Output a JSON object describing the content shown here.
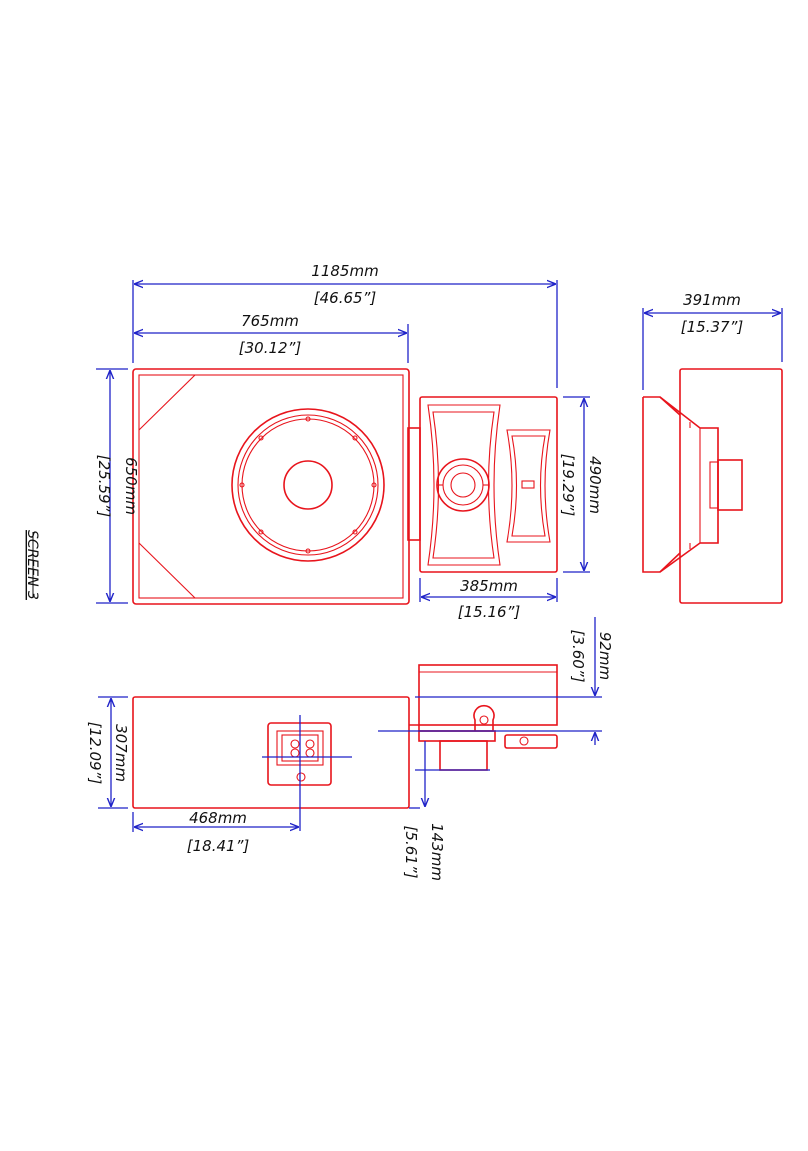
{
  "colors": {
    "outline": "#e8141c",
    "dimension": "#1f22c8",
    "text": "#111111"
  },
  "sheet_label": "SCREEN 3",
  "dimensions": {
    "overall_width_mm": "1185mm",
    "overall_width_in": "[46.65”]",
    "cabinet_width_mm": "765mm",
    "cabinet_width_in": "[30.12”]",
    "cabinet_height_mm": "650mm",
    "cabinet_height_in": "[25.59”]",
    "horn_height_mm": "490mm",
    "horn_height_in": "[19.29”]",
    "horn_width_mm": "385mm",
    "horn_width_in": "[15.16”]",
    "side_depth_mm": "391mm",
    "side_depth_in": "[15.37”]",
    "top_depth_mm": "307mm",
    "top_depth_in": "[12.09”]",
    "horn_offset_mm": "92mm",
    "horn_offset_in": "[3.60”]",
    "connector_pos_mm": "468mm",
    "connector_pos_in": "[18.41”]",
    "rear_offset_mm": "143mm",
    "rear_offset_in": "[5.61”]"
  }
}
